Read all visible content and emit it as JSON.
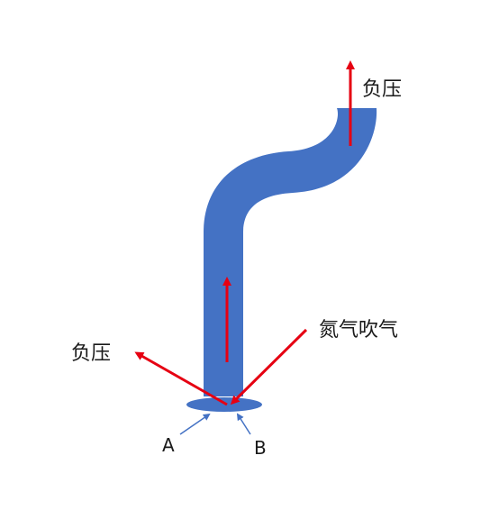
{
  "labels": {
    "negative_pressure_top": "负压",
    "negative_pressure_left": "负压",
    "nitrogen_purge": "氮气吹气",
    "point_a": "A",
    "point_b": "B"
  },
  "colors": {
    "pipe": "#4472C4",
    "arrow_main": "#E60012",
    "arrow_pointer": "#4472C4",
    "text": "#1a1a1a"
  }
}
